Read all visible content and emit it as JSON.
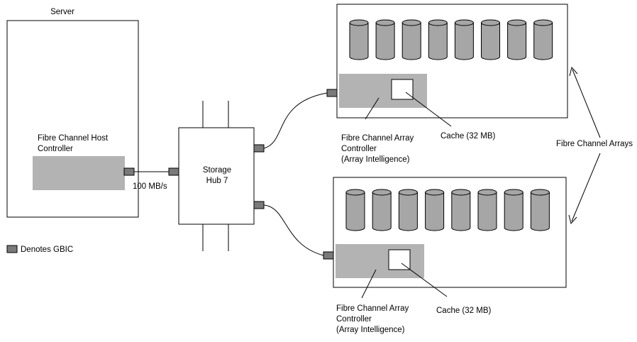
{
  "server": {
    "title": "Server",
    "controller_line1": "Fibre Channel Host",
    "controller_line2": "Controller"
  },
  "link_speed": "100 MB/s",
  "hub": {
    "line1": "Storage",
    "line2": "Hub 7"
  },
  "arrays_label": "Fibre Channel Arrays",
  "array_top": {
    "cache_label": "Cache (32 MB)",
    "controller_line1": "Fibre Channel Array",
    "controller_line2": "Controller",
    "controller_line3": "(Array Intelligence)"
  },
  "array_bottom": {
    "cache_label": "Cache (32 MB)",
    "controller_line1": "Fibre Channel Array",
    "controller_line2": "Controller",
    "controller_line3": "(Array Intelligence)"
  },
  "legend": {
    "label": "Denotes GBIC"
  },
  "colors": {
    "controller_fill": "#b3b3b3",
    "disk_fill": "#a6a6a6",
    "gbic_fill": "#7a7a7a",
    "line": "#000000"
  }
}
